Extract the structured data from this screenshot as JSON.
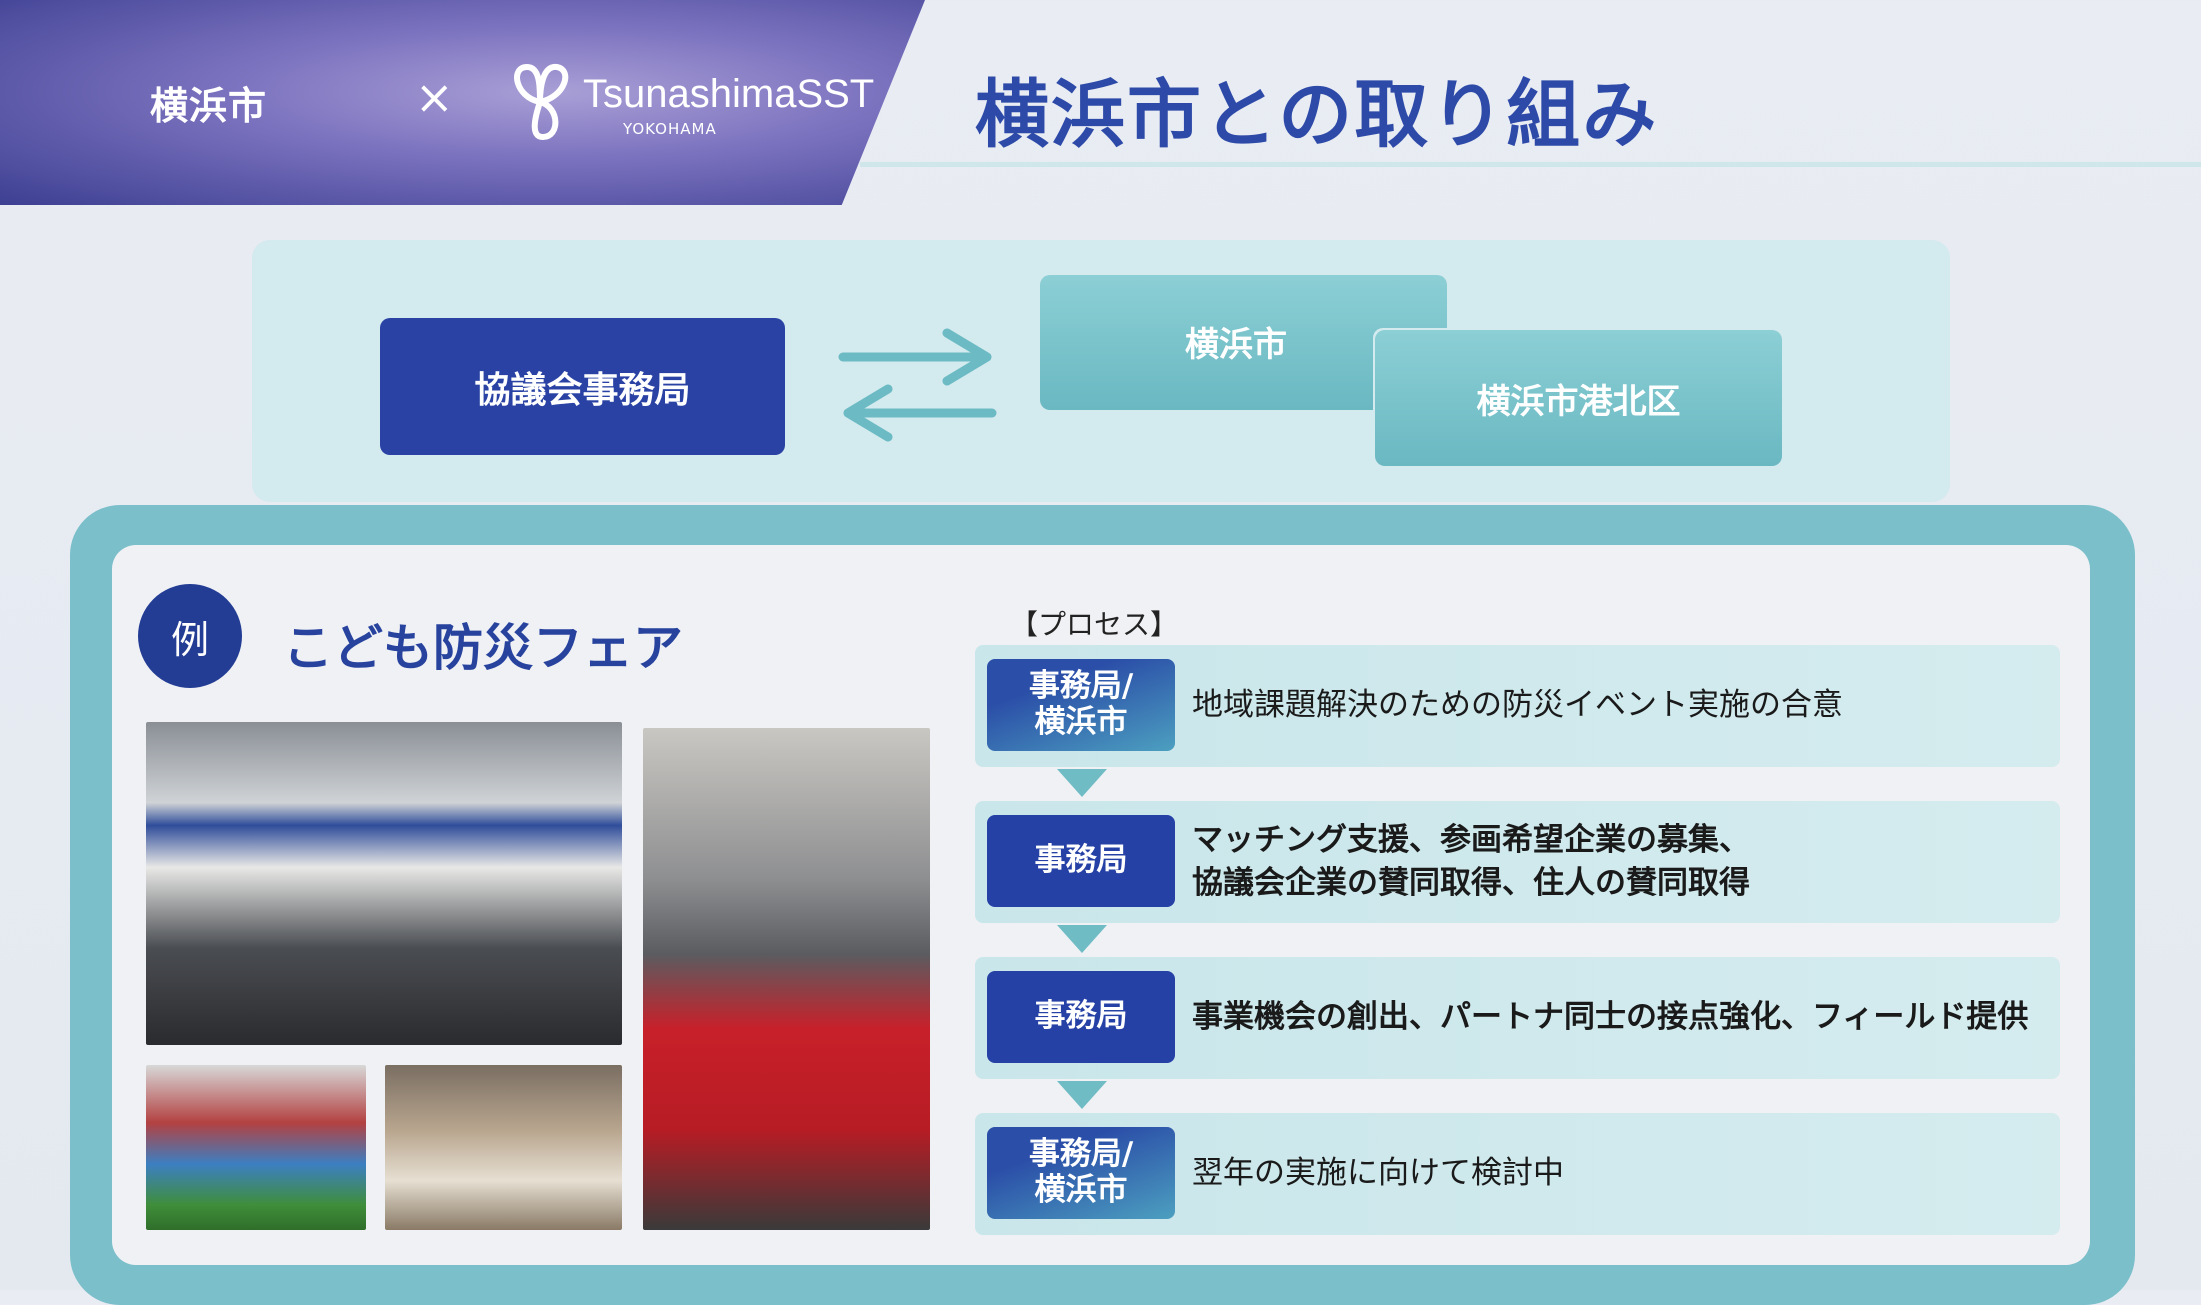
{
  "header": {
    "city": "横浜市",
    "times": "×",
    "logo": {
      "name": "TsunashimaSST",
      "sub": "YOKOHAMA"
    },
    "title": "横浜市との取り組み"
  },
  "structure": {
    "secretariat": "協議会事務局",
    "city": "横浜市",
    "ward": "横浜市港北区"
  },
  "example": {
    "badge": "例",
    "title": "こども防災フェア",
    "photos": [
      "disaster-fair-tent",
      "aerial-ladder-truck",
      "kids-play-area",
      "indoor-workshop"
    ]
  },
  "process": {
    "label": "【プロセス】",
    "steps": [
      {
        "actor": "事務局/\n横浜市",
        "style": "a",
        "text": "地域課題解決のための防災イベント実施の合意",
        "bold": false
      },
      {
        "actor": "事務局",
        "style": "b",
        "text": "マッチング支援、参画希望企業の募集、\n協議会企業の賛同取得、住人の賛同取得",
        "bold": true
      },
      {
        "actor": "事務局",
        "style": "b",
        "text": "事業機会の創出、パートナ同士の接点強化、フィールド提供",
        "bold": true
      },
      {
        "actor": "事務局/\n横浜市",
        "style": "a",
        "text": "翌年の実施に向けて検討中",
        "bold": false
      }
    ]
  },
  "colors": {
    "navy": "#2942a4",
    "teal": "#7bbfca",
    "title": "#2d4aa8"
  }
}
